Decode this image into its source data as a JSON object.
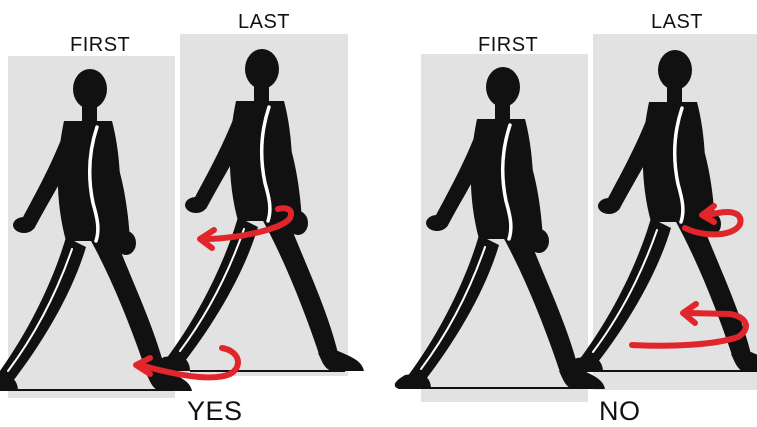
{
  "figures": [
    {
      "first_label": "FIRST",
      "last_label": "LAST",
      "verdict": "YES"
    },
    {
      "first_label": "FIRST",
      "last_label": "LAST",
      "verdict": "NO"
    }
  ],
  "colors": {
    "panel": "#e2e2e2",
    "silhouette": "#111111",
    "arrow": "#e0262b",
    "ground": "#111111"
  }
}
